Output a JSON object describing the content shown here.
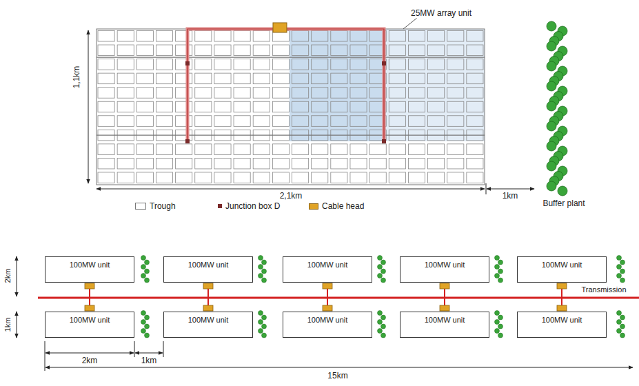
{
  "diagram": {
    "nodes": [
      {
        "text": [
          "100MW unit"
        ]
      },
      {
        "text": [
          "100MW unit"
        ]
      },
      {
        "text": [
          "100MW unit"
        ]
      },
      {
        "text": [
          "100MW unit"
        ]
      },
      {
        "text": [
          "100MW unit"
        ]
      },
      {
        "text": [
          "100MW unit"
        ]
      },
      {
        "text": [
          "100MW unit"
        ]
      },
      {
        "text": [
          "100MW unit"
        ]
      },
      {
        "text": [
          "100MW unit"
        ]
      },
      {
        "text": [
          "100MW unit"
        ]
      }
    ],
    "labels": [
      "25MW array unit",
      "1,1km",
      "2,1km",
      "1km",
      "Buffer plant",
      "Transmission",
      "2km",
      "1km",
      "2km",
      "1km",
      "15km"
    ],
    "legend": [
      {
        "text": "Trough"
      },
      {
        "text": "Junction box D",
        "color": "#7a2a2a"
      },
      {
        "text": "Cable head",
        "color": "#e0a325"
      }
    ]
  }
}
